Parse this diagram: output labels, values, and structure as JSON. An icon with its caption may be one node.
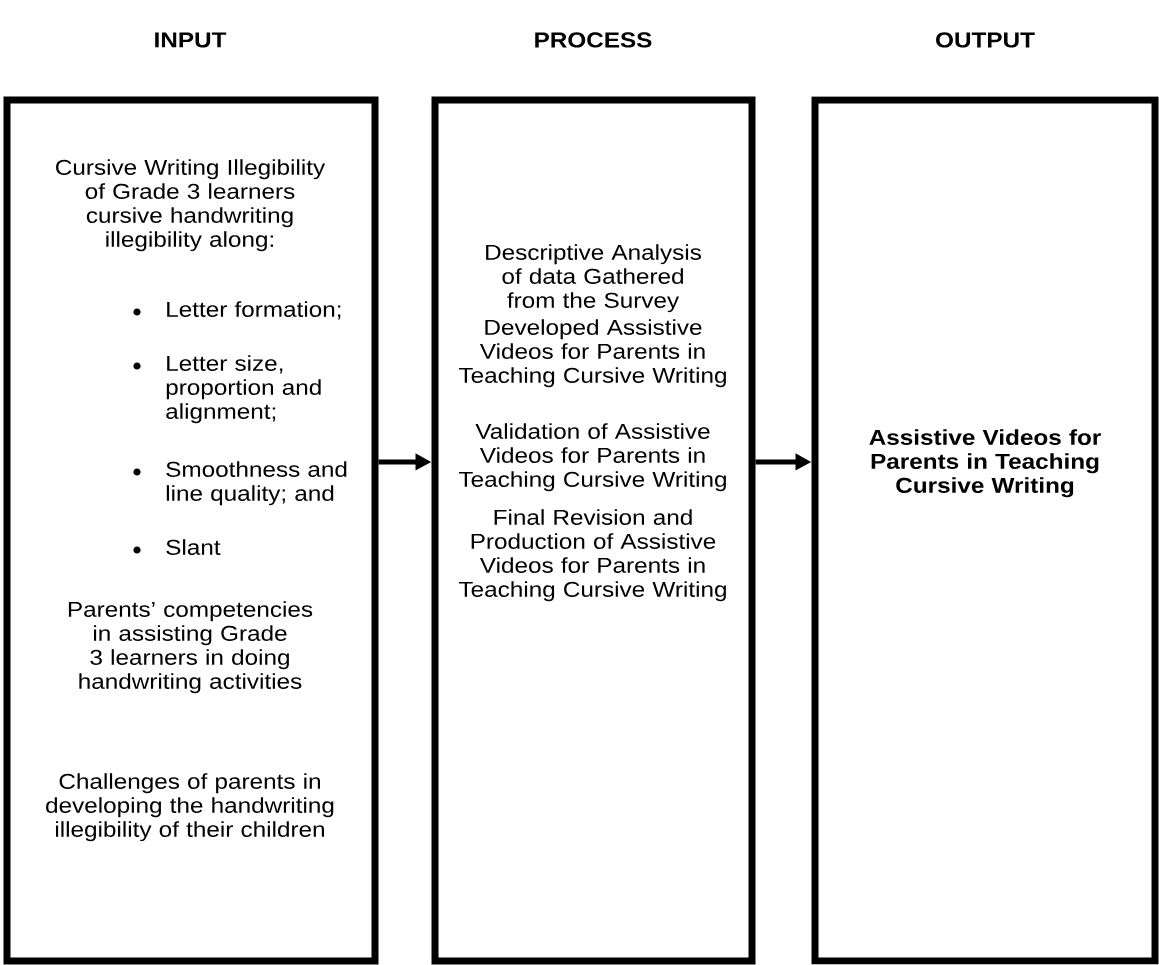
{
  "diagram": {
    "nodes": [
      {
        "text": [
          "INPUT",
          "Cursive Writing Illegibility of Grade 3 learners cursive handwriting illegibility along:",
          "Letter formation;",
          "Letter size, proportion and alignment;",
          "Smoothness and line quality; and",
          "Slant",
          "Parents’ competencies in assisting Grade 3 learners in doing handwriting activities",
          "Challenges of parents in developing the handwriting illegibility of their children"
        ]
      },
      {
        "text": [
          "PROCESS",
          "Descriptive Analysis of data Gathered from the Survey",
          "Developed Assistive Videos for Parents in Teaching Cursive Writing",
          "Validation of Assistive Videos for Parents in Teaching Cursive Writing",
          "Final Revision and Production of Assistive Videos for Parents in Teaching Cursive Writing"
        ]
      },
      {
        "text": [
          "OUTPUT",
          "Assistive Videos for Parents in Teaching Cursive Writing"
        ]
      }
    ],
    "edges": [
      {
        "from": 0,
        "to": 1,
        "arrow": "to"
      },
      {
        "from": 1,
        "to": 2,
        "arrow": "to"
      }
    ]
  }
}
